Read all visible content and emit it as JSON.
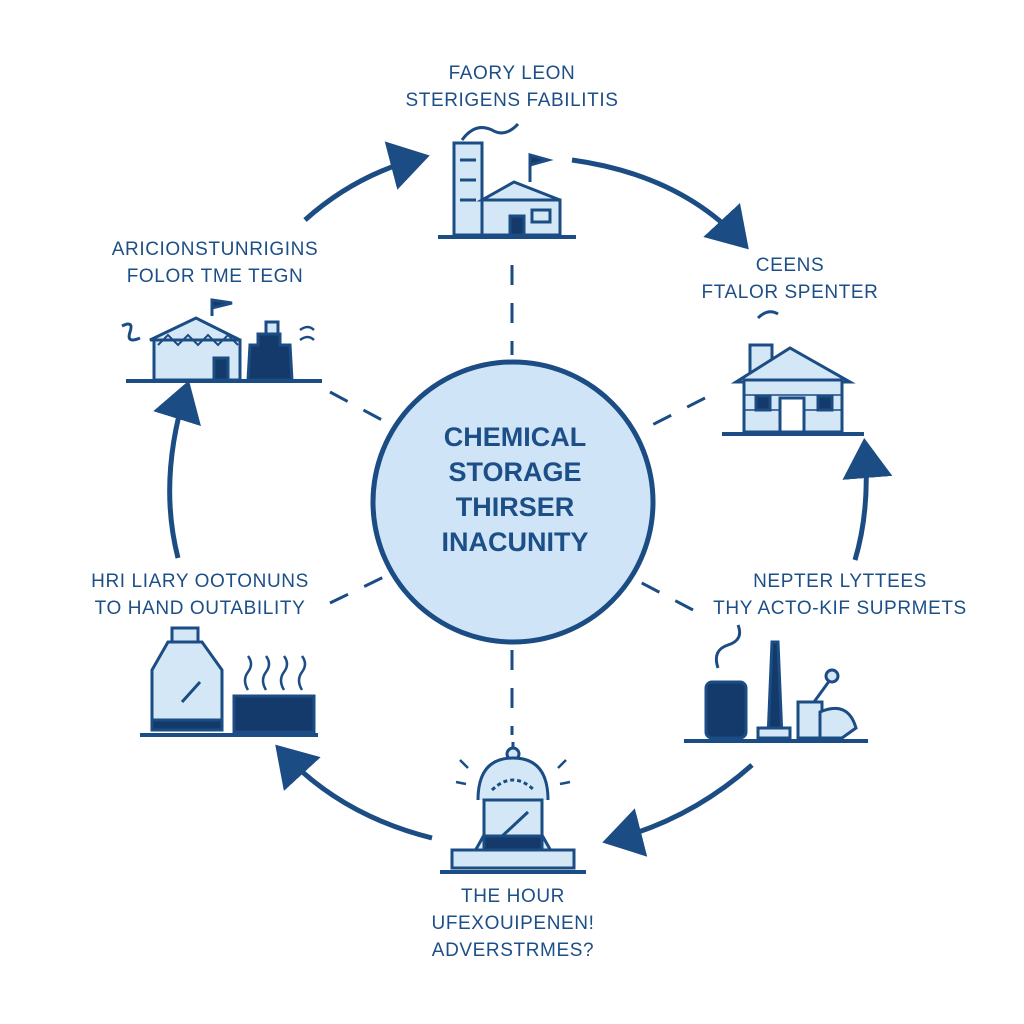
{
  "center": {
    "title_lines": [
      "CHEMICAL",
      "STORAGE",
      "THIRSER",
      "INACUNITY"
    ]
  },
  "nodes": [
    {
      "id": "top",
      "lines": [
        "FAORY LEON",
        "STERIGENS FABILITIS"
      ],
      "icon": "factory-icon"
    },
    {
      "id": "upper-right",
      "lines": [
        "CEENS",
        "FTALOR SPENTER"
      ],
      "icon": "house-icon"
    },
    {
      "id": "lower-right",
      "lines": [
        "NEPTER LYTTEES",
        "THY ACTO-KIF SUPRMETS"
      ],
      "icon": "industrial-equipment-icon"
    },
    {
      "id": "bottom",
      "lines": [
        "THE HOUR",
        "UFEXOUIPENEN!",
        "ADVERSTRMES?"
      ],
      "icon": "storage-tank-icon"
    },
    {
      "id": "lower-left",
      "lines": [
        "HRI LIARY OOTONUNS",
        "TO HAND OUTABILITY"
      ],
      "icon": "chemical-container-icon"
    },
    {
      "id": "upper-left",
      "lines": [
        "ARICIONSTUNRIGINS",
        "FOLOR TME TEGN"
      ],
      "icon": "warehouse-icon"
    }
  ],
  "colors": {
    "primary": "#1c4f87",
    "dark": "#143a6b",
    "light_fill": "#d4e7f7",
    "circle_fill": "#cfe4f6",
    "stroke": "#1b4c83"
  }
}
